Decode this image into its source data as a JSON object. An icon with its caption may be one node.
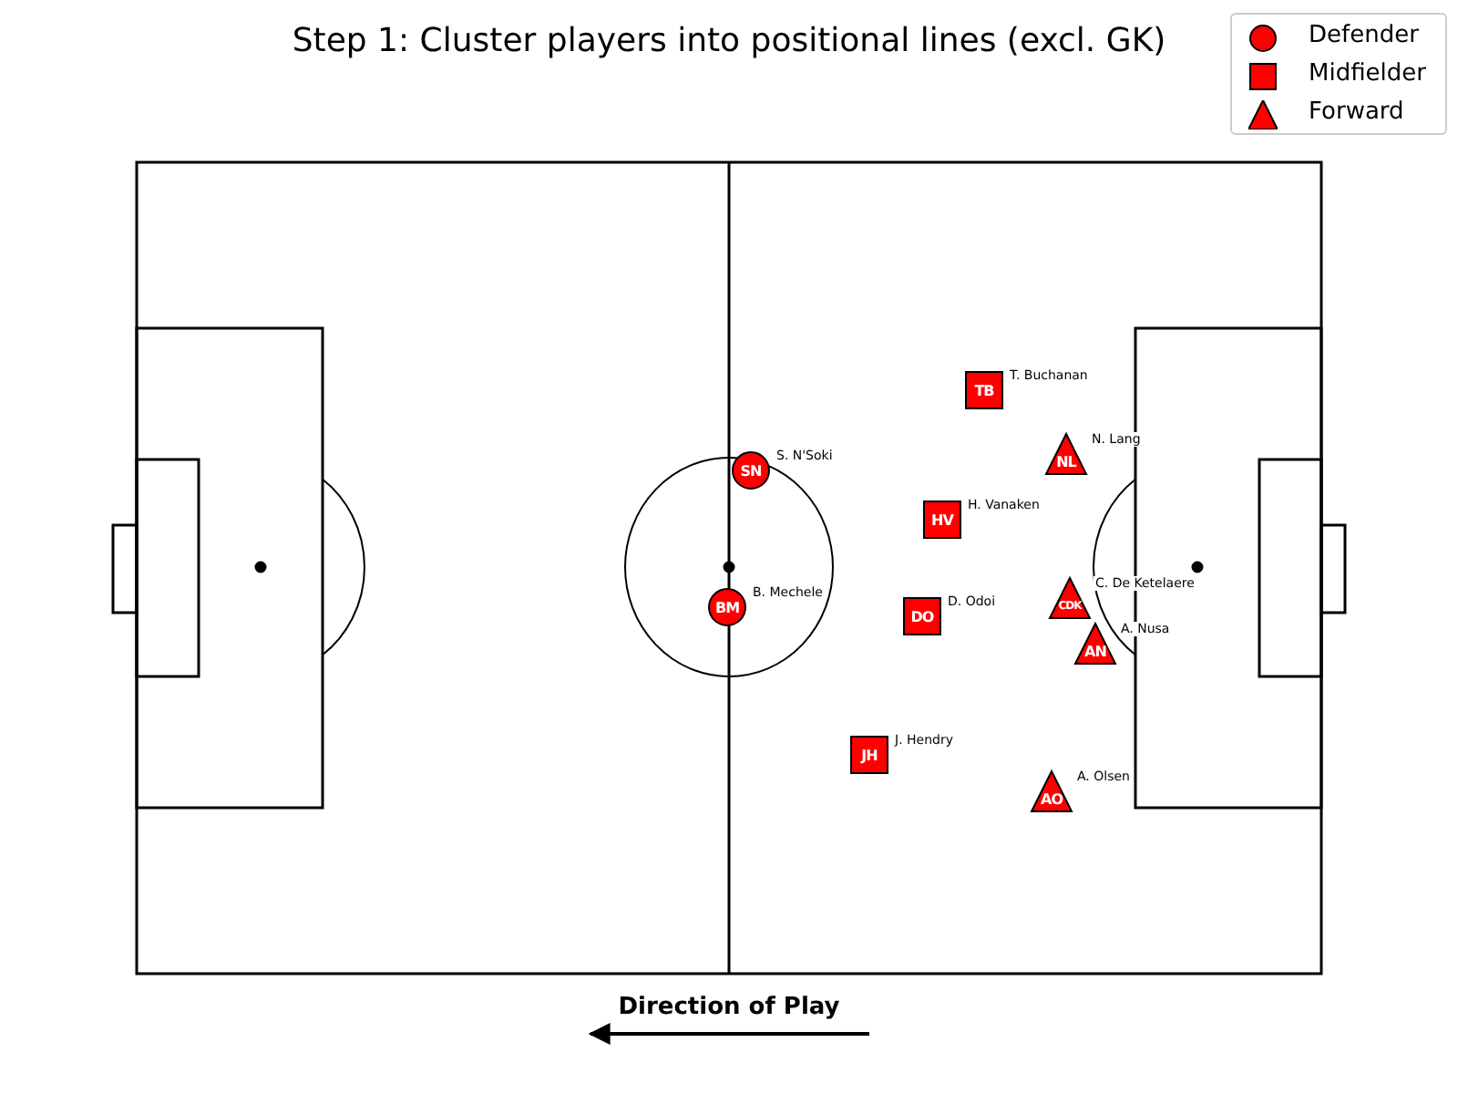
{
  "diagram": {
    "title": "Step 1: Cluster players into positional lines (excl. GK)",
    "nodes": [
      {
        "text": [
          "TB"
        ],
        "beside": [
          "T. Buchanan"
        ]
      },
      {
        "text": [
          "NL"
        ],
        "beside": [
          "N. Lang"
        ]
      },
      {
        "text": [
          "SN"
        ],
        "beside": [
          "S. N'Soki"
        ]
      },
      {
        "text": [
          "HV"
        ],
        "beside": [
          "H. Vanaken"
        ]
      },
      {
        "text": [
          "CDK"
        ],
        "beside": [
          "C. De Ketelaere"
        ]
      },
      {
        "text": [
          "BM"
        ],
        "beside": [
          "B. Mechele"
        ]
      },
      {
        "text": [
          "DO"
        ],
        "beside": [
          "D. Odoi"
        ]
      },
      {
        "text": [
          "AN"
        ],
        "beside": [
          "A. Nusa"
        ]
      },
      {
        "text": [
          "JH"
        ],
        "beside": [
          "J. Hendry"
        ]
      },
      {
        "text": [
          "AO"
        ],
        "beside": [
          "A. Olsen"
        ]
      }
    ],
    "labels": [
      "Direction of Play"
    ],
    "legend": [
      {
        "text": "Defender"
      },
      {
        "text": "Midfielder"
      },
      {
        "text": "Forward"
      }
    ]
  }
}
